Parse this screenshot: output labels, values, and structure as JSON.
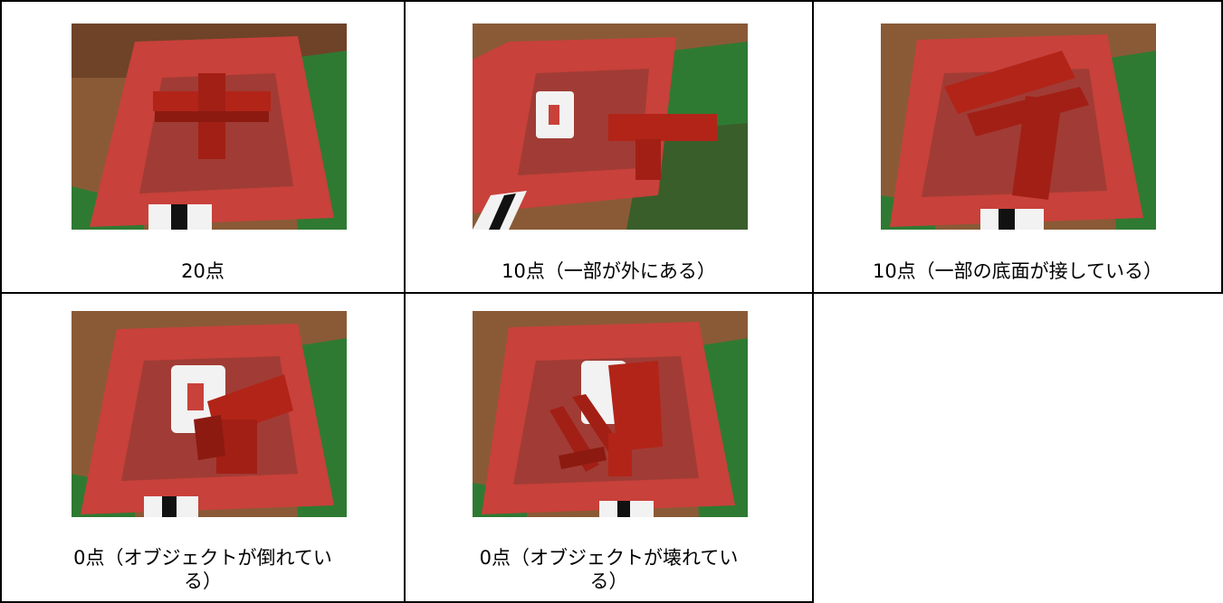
{
  "cells": [
    {
      "caption": "20点",
      "image": "lego-model-upright-on-red-mat"
    },
    {
      "caption": "10点（一部が外にある）",
      "image": "lego-model-partly-outside-mat"
    },
    {
      "caption": "10点（一部の底面が接している）",
      "image": "lego-model-tilted-partial-contact"
    },
    {
      "caption_line1": "0点（オブジェクトが倒れてい",
      "caption_line2": "る）",
      "image": "lego-model-fallen-over"
    },
    {
      "caption_line1": "0点（オブジェクトが壊れてい",
      "caption_line2": "る）",
      "image": "lego-model-broken-apart"
    }
  ],
  "colors": {
    "mat_red": "#c8413a",
    "mat_dark": "#8e3a33",
    "brick_red": "#b22418",
    "wood": "#8a5a36",
    "grass": "#2f7a32"
  }
}
